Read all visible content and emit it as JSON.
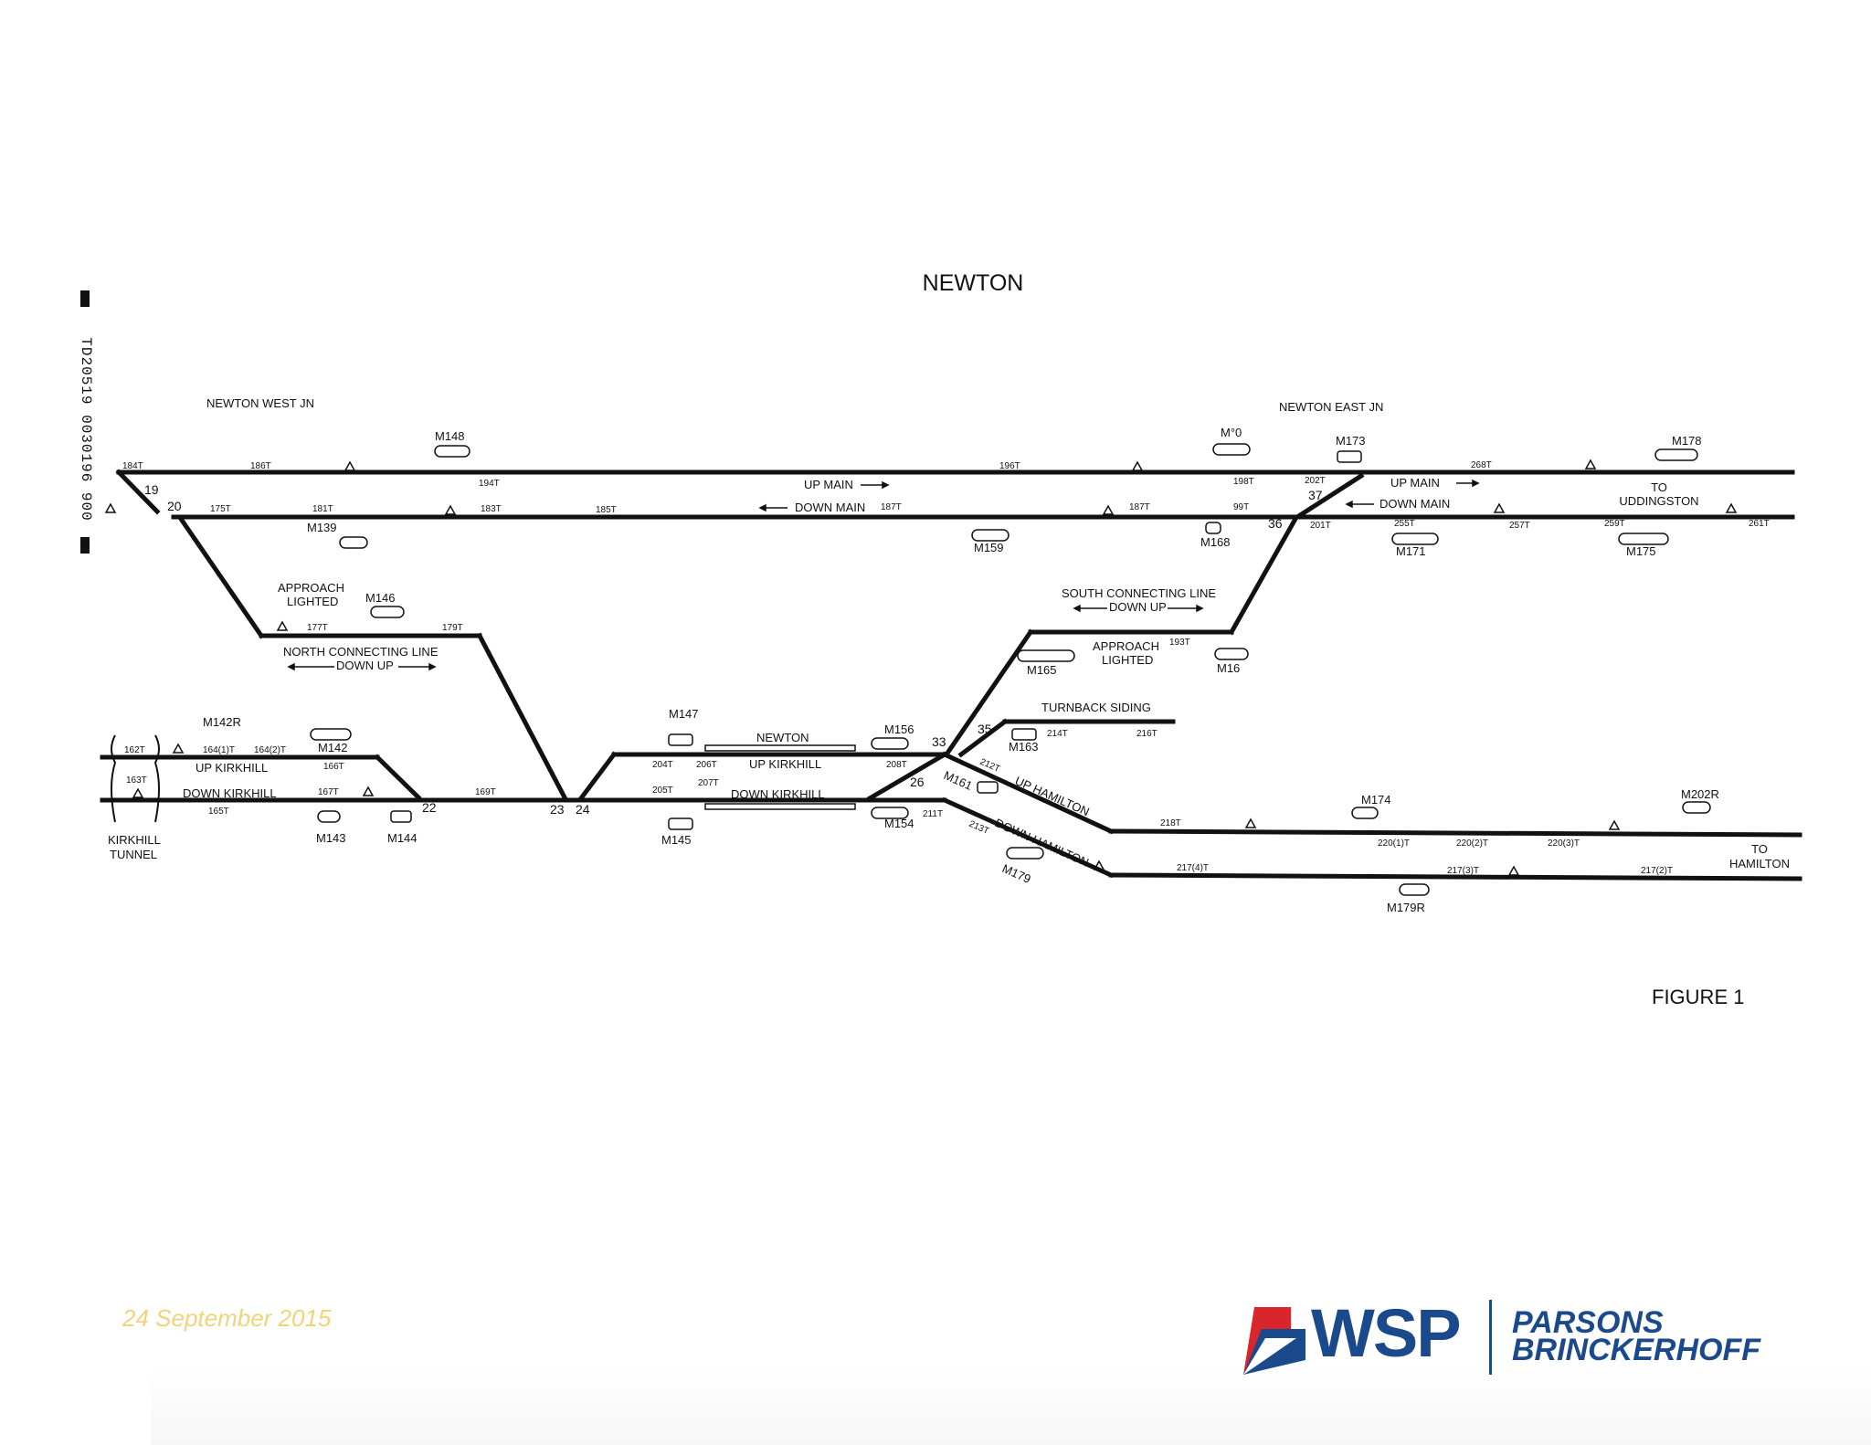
{
  "title": "NEWTON",
  "figure_label": "FIGURE 1",
  "date": "24 September 2015",
  "scan_id": "TD20519 0030196 900",
  "logo": {
    "brand": "WSP",
    "partner_line1": "PARSONS",
    "partner_line2": "BRINCKERHOFF",
    "colors": {
      "blue": "#1b4a8c",
      "red": "#d9262c"
    }
  },
  "junctions": {
    "west": "NEWTON WEST JN",
    "east": "NEWTON EAST JN",
    "kirkhill_tunnel": [
      "KIRKHILL",
      "TUNNEL"
    ],
    "to_uddingston": [
      "TO",
      "UDDINGSTON"
    ],
    "to_hamilton": [
      "TO",
      "HAMILTON"
    ]
  },
  "lines": {
    "up_main": "UP MAIN",
    "down_main": "DOWN MAIN",
    "up_main_east": "UP MAIN",
    "down_main_east": "DOWN MAIN",
    "north_connecting": "NORTH CONNECTING LINE",
    "north_connecting_dir": "DOWN UP",
    "south_connecting": "SOUTH CONNECTING LINE",
    "south_connecting_dir": "DOWN UP",
    "approach_lighted_1": [
      "APPROACH",
      "LIGHTED"
    ],
    "approach_lighted_2": [
      "APPROACH",
      "LIGHTED"
    ],
    "up_kirkhill_west": "UP KIRKHILL",
    "down_kirkhill_west": "DOWN KIRKHILL",
    "newton_station": "NEWTON",
    "up_kirkhill_station": "UP KIRKHILL",
    "down_kirkhill_station": "DOWN KIRKHILL",
    "turnback_siding": "TURNBACK SIDING",
    "up_hamilton": "UP HAMILTON",
    "down_hamilton": "DOWN HAMILTON"
  },
  "signals": {
    "m148": "M148",
    "m_top_east": "M°0",
    "m173": "M173",
    "m178": "M178",
    "m139": "M139",
    "m159": "M159",
    "m168": "M168",
    "m171": "M171",
    "m175": "M175",
    "m146": "M146",
    "m165": "M165",
    "m16": "M16",
    "m142r": "M142R",
    "m142": "M142",
    "m143": "M143",
    "m144": "M144",
    "m147": "M147",
    "m145": "M145",
    "m156": "M156",
    "m154": "M154",
    "m163": "M163",
    "m161": "M161",
    "m179": "M179",
    "m174": "M174",
    "m202r": "M202R",
    "m179r": "M179R"
  },
  "track_circuits": {
    "t184": "184T",
    "t186": "186T",
    "t194": "194T",
    "t196": "196T",
    "t198": "198T",
    "t202": "202T",
    "t268": "268T",
    "t175": "175T",
    "t181": "181T",
    "t183": "183T",
    "t185": "185T",
    "t187": "187T",
    "t187b": "187T",
    "t99": "99T",
    "t201": "201T",
    "t255": "255T",
    "t257": "257T",
    "t259": "259T",
    "t261": "261T",
    "t177": "177T",
    "t179": "179T",
    "t193": "193T",
    "t162": "162T",
    "t163": "163T",
    "t164_1": "164(1)T",
    "t164_2": "164(2)T",
    "t166": "166T",
    "t165": "165T",
    "t167": "167T",
    "t169": "169T",
    "t204": "204T",
    "t206": "206T",
    "t205": "205T",
    "t207": "207T",
    "t208": "208T",
    "t214": "214T",
    "t216": "216T",
    "t212": "212T",
    "t211": "211T",
    "t213": "213T",
    "t218": "218T",
    "t220_1": "220(1)T",
    "t220_2": "220(2)T",
    "t220_3": "220(3)T",
    "t217_4": "217(4)T",
    "t217_3": "217(3)T",
    "t217_2": "217(2)T"
  },
  "points": {
    "p19": "19",
    "p20": "20",
    "p37": "37",
    "p36": "36",
    "p22": "22",
    "p23": "23",
    "p24": "24",
    "p33": "33",
    "p35": "35",
    "p26": "26"
  }
}
